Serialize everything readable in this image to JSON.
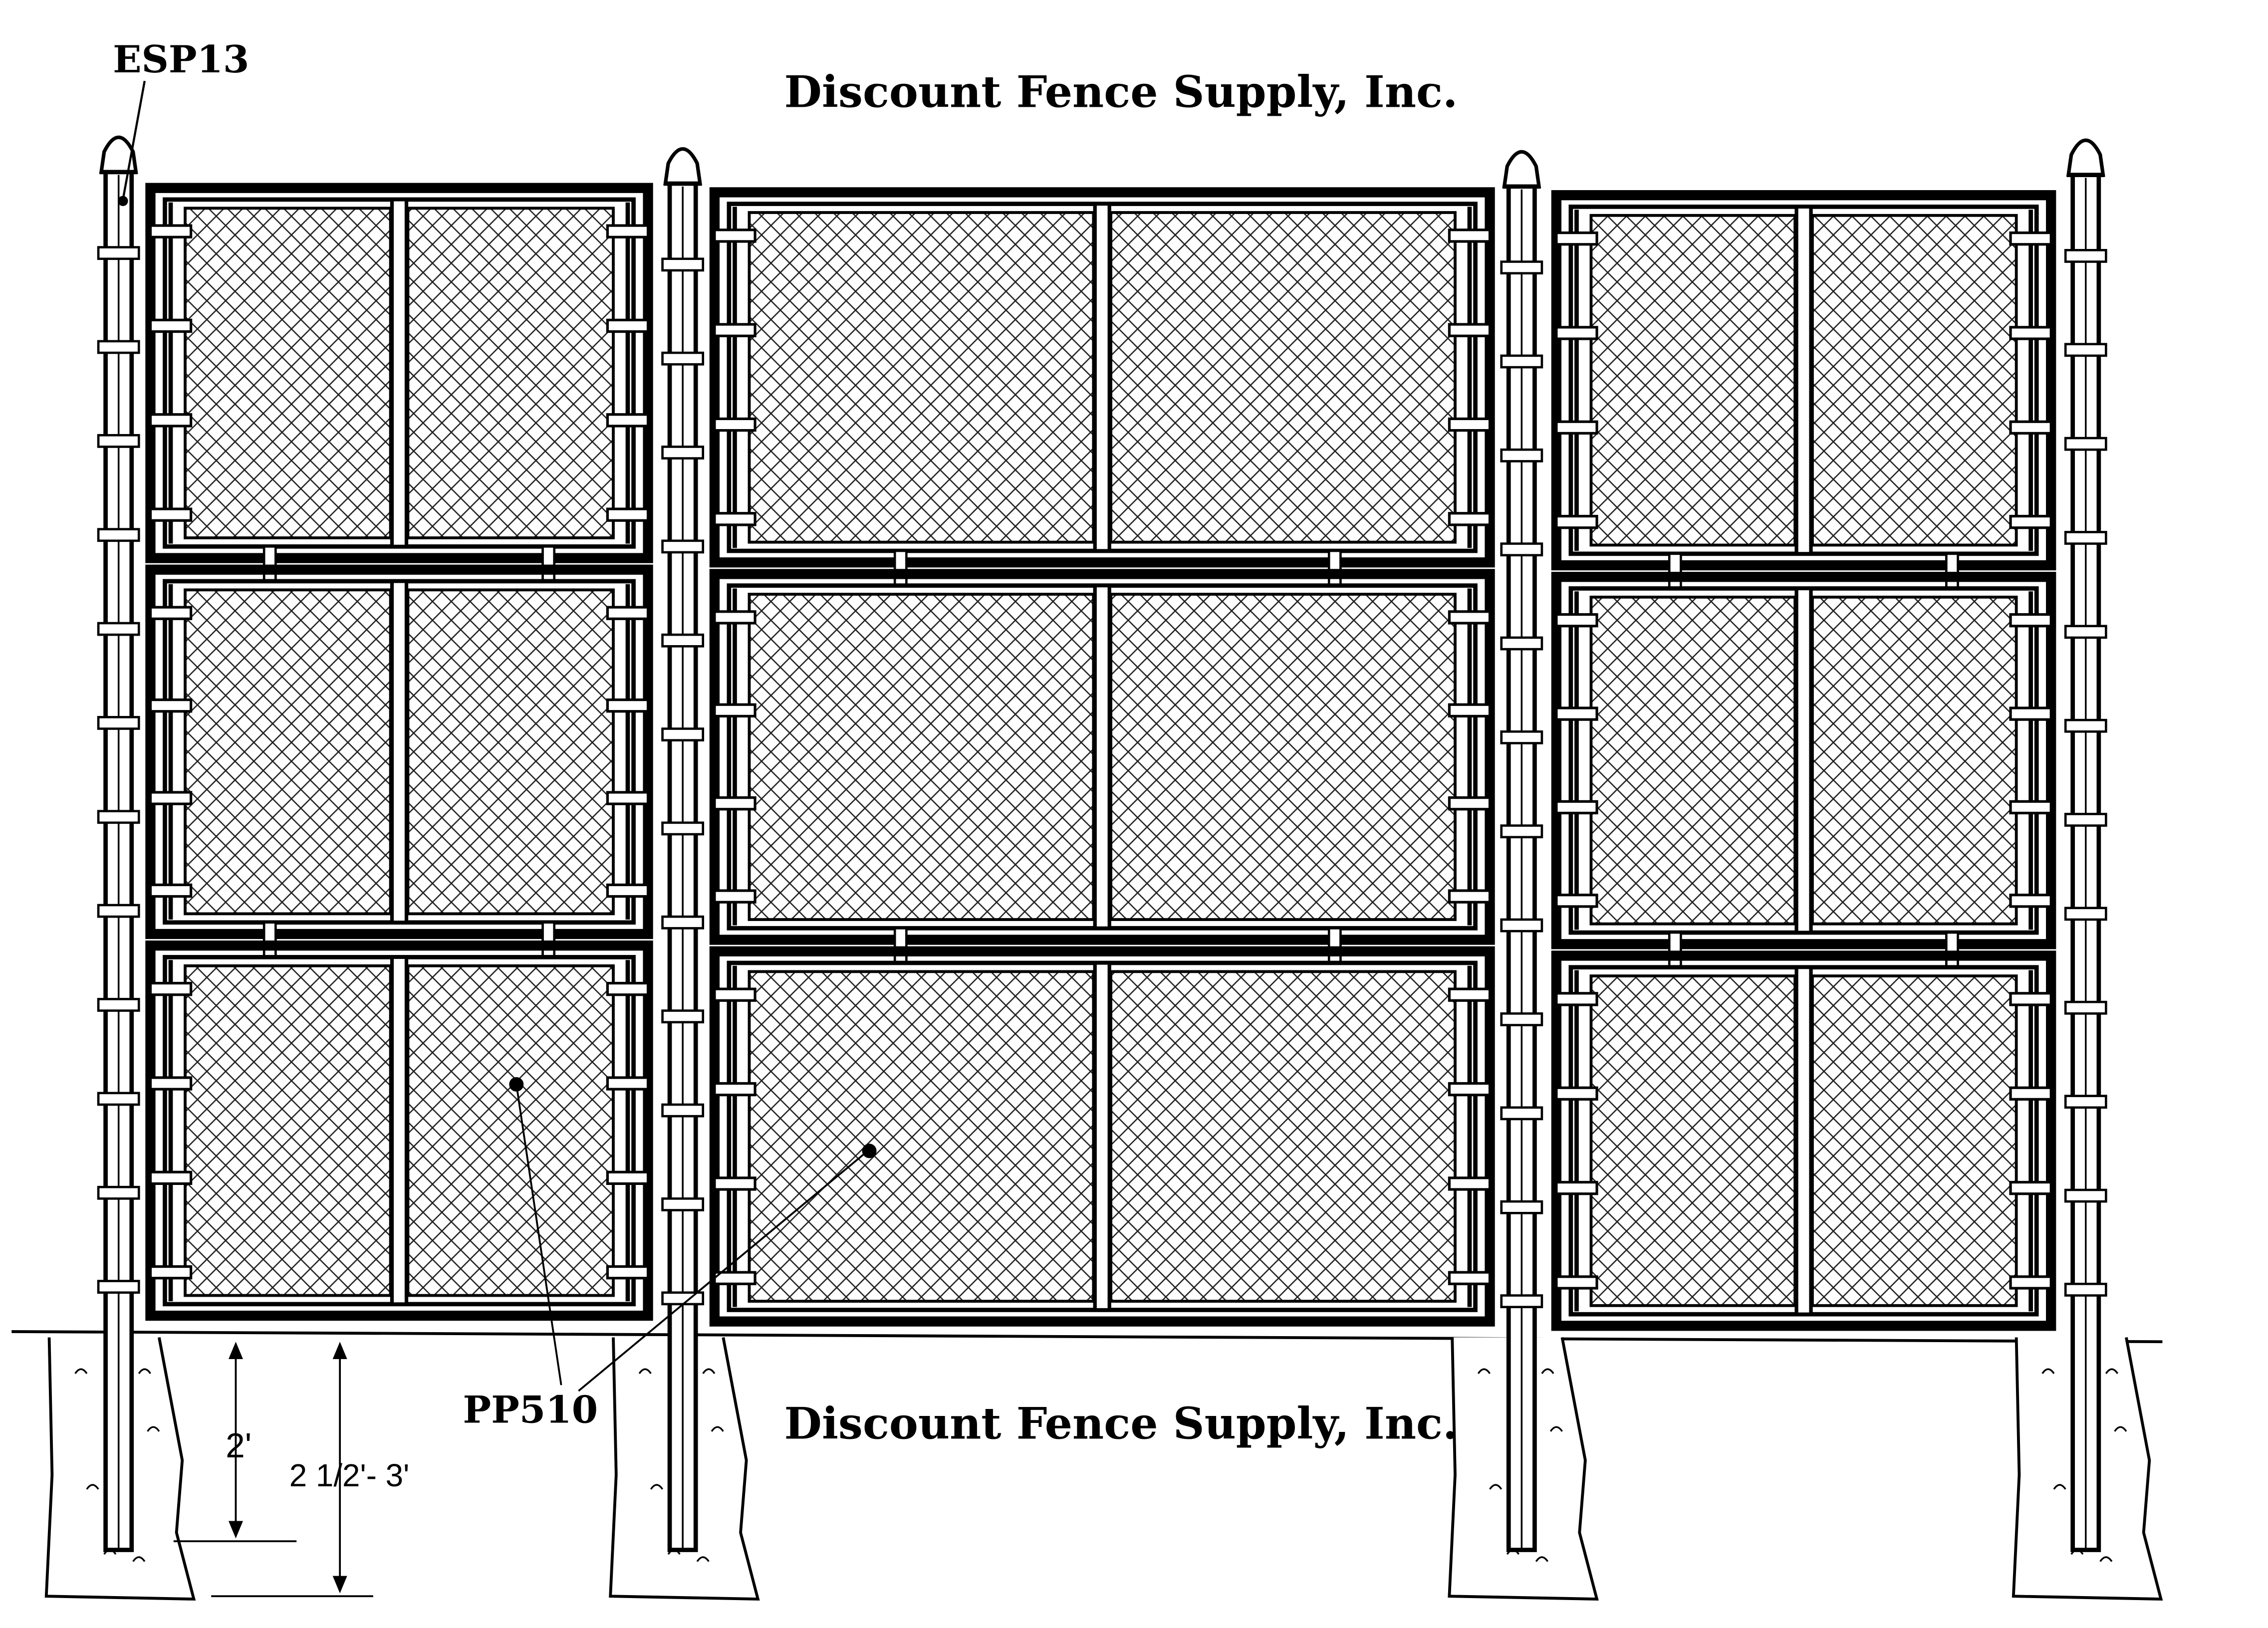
{
  "title_top": "Discount Fence Supply, Inc.",
  "title_bottom": "Discount Fence Supply, Inc.",
  "labels": {
    "post_cap": "ESP13",
    "panel": "PP510"
  },
  "dimensions": {
    "inner_depth": "2'",
    "outer_depth": "2 1/2'- 3'"
  },
  "structure": {
    "posts": 4,
    "sections": 3,
    "tiers_per_section": 3,
    "mesh_cells_per_panel": 2
  },
  "colors": {
    "ink": "#000000",
    "mesh": "#222222",
    "paper": "#ffffff"
  }
}
